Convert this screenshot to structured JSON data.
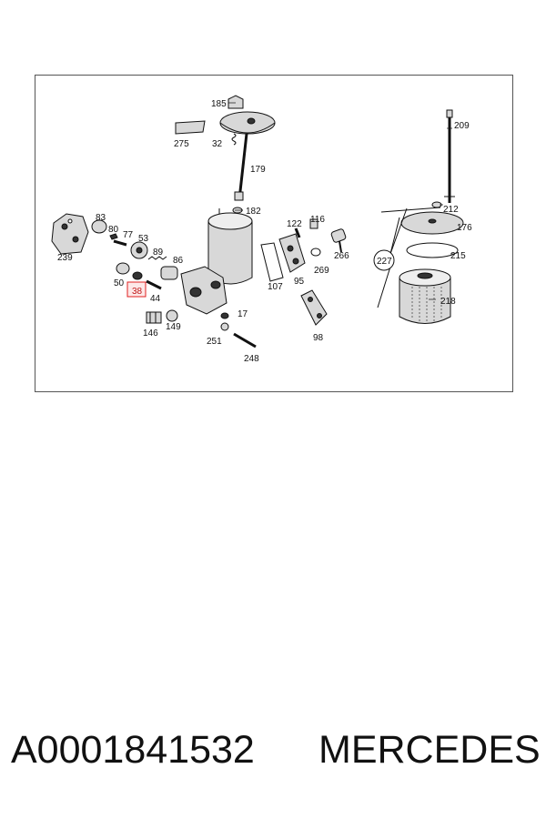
{
  "diagram": {
    "highlight_color": "#e02020",
    "highlighted_callout": "38",
    "callouts": [
      "185",
      "275",
      "32",
      "179",
      "182",
      "209",
      "83",
      "80",
      "77",
      "53",
      "89",
      "86",
      "239",
      "50",
      "38",
      "44",
      "122",
      "116",
      "266",
      "269",
      "107",
      "95",
      "212",
      "176",
      "227",
      "215",
      "218",
      "17",
      "146",
      "149",
      "251",
      "248",
      "98"
    ]
  },
  "footer": {
    "part_number": "A0001841532",
    "brand": "MERCEDES"
  }
}
